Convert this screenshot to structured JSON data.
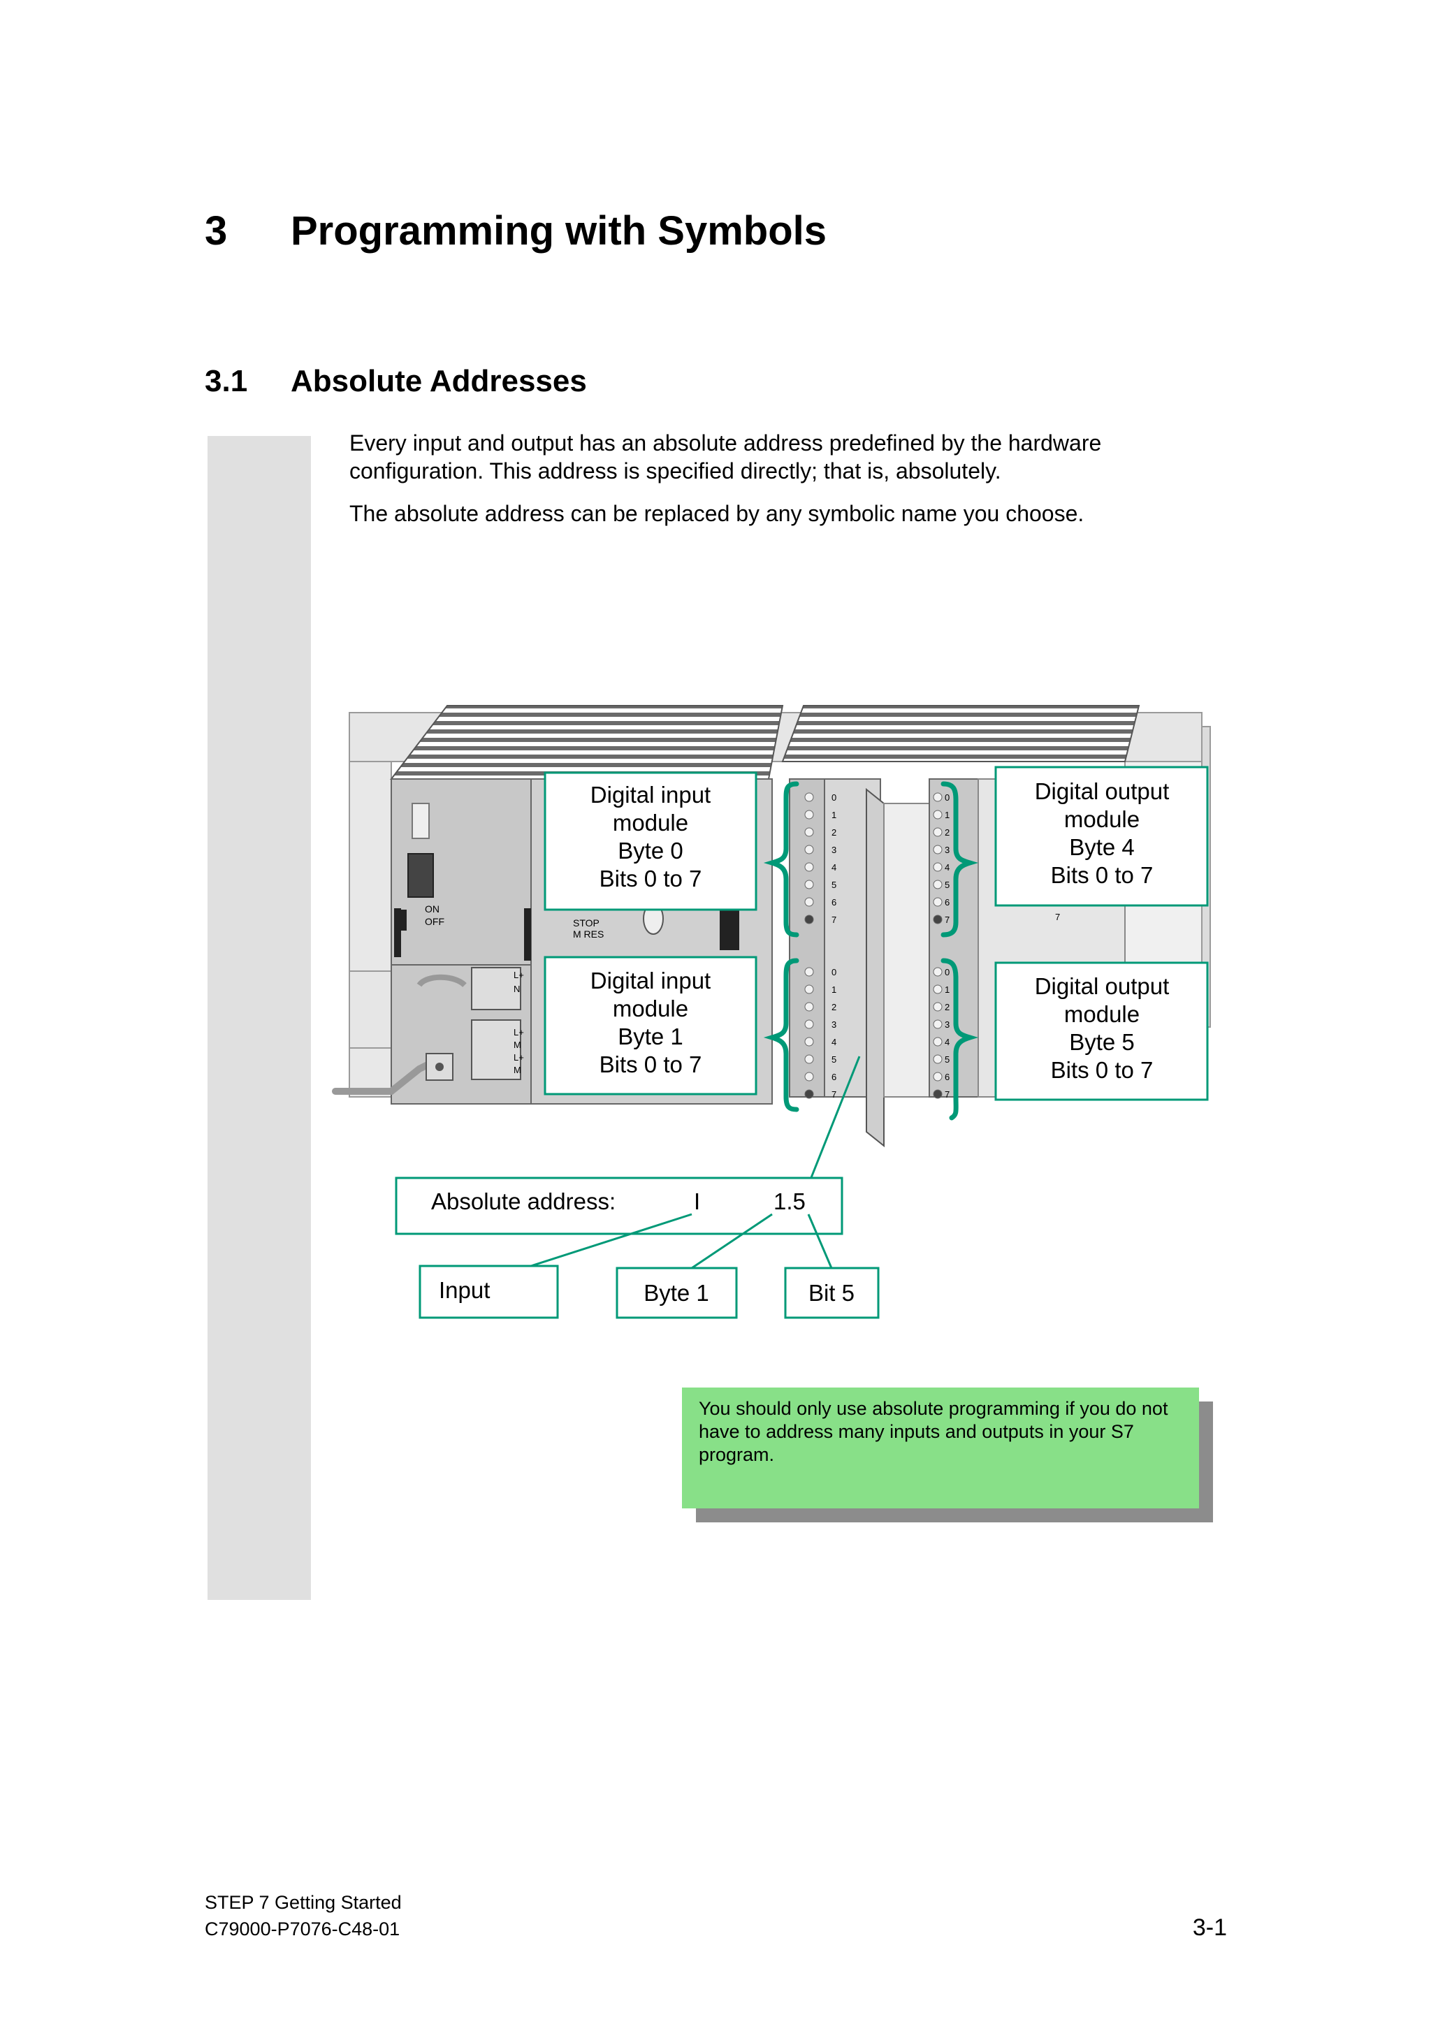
{
  "chapter": {
    "number": "3",
    "title": "Programming with Symbols"
  },
  "section": {
    "number": "3.1",
    "title": "Absolute Addresses"
  },
  "body": {
    "paragraph_1": "Every input and output has an absolute address predefined by the hardware configuration. This address is specified directly; that is, absolutely.",
    "paragraph_2": "The absolute address can be replaced by any symbolic name you choose."
  },
  "figure": {
    "callouts": {
      "input_byte0": [
        "Digital input",
        "module",
        "Byte 0",
        "Bits 0 to 7"
      ],
      "input_byte1": [
        "Digital input",
        "module",
        "Byte 1",
        "Bits 0 to 7"
      ],
      "output_byte4": [
        "Digital output",
        "module",
        "Byte 4",
        "Bits 0 to 7"
      ],
      "output_byte5": [
        "Digital output",
        "module",
        "Byte 5",
        "Bits 0 to 7"
      ]
    },
    "address": {
      "label": "Absolute address:",
      "operand": "I",
      "value": "1.5"
    },
    "parts": {
      "input": "Input",
      "byte": "Byte 1",
      "bit": "Bit 5"
    },
    "hardware_labels": {
      "on": "ON",
      "off": "OFF",
      "stop": "STOP",
      "mres": "M RES",
      "terminals": [
        "L+",
        "N",
        "L+",
        "M",
        "L+",
        "M"
      ],
      "bit_numbers": [
        "0",
        "1",
        "2",
        "3",
        "4",
        "5",
        "6",
        "7"
      ],
      "partial_bit": "7"
    },
    "colors": {
      "callout_border": "#009977",
      "module_gray": "#c8c8c8"
    }
  },
  "note": {
    "text": "You should only use absolute programming if you do not have to address many inputs and outputs in your S7 program."
  },
  "footer": {
    "line_1": "STEP 7 Getting Started",
    "line_2": "C79000-P7076-C48-01",
    "page": "3-1"
  }
}
